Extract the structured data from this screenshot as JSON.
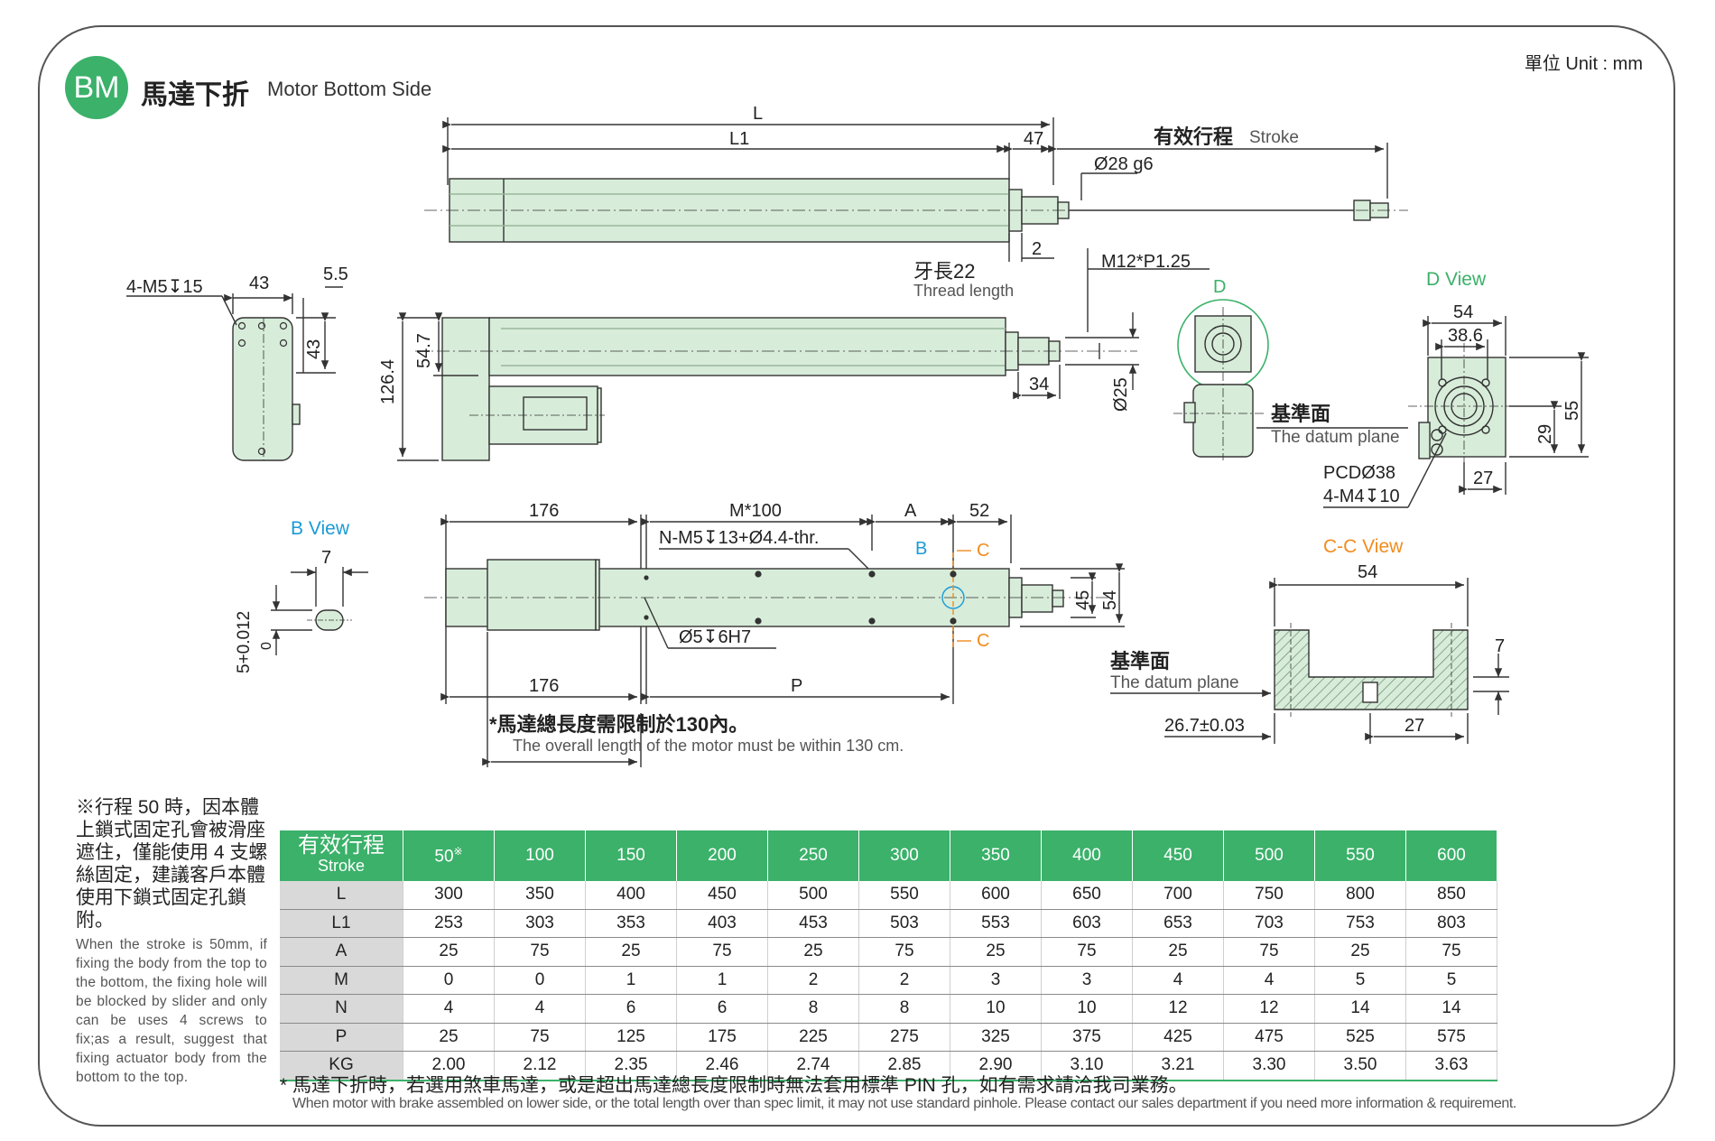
{
  "header": {
    "badge": "BM",
    "title_zh": "馬達下折",
    "title_en": "Motor Bottom Side",
    "unit": "單位 Unit : mm"
  },
  "top_view": {
    "dim_L": "L",
    "dim_L1": "L1",
    "dim_47": "47",
    "stroke_zh": "有效行程",
    "stroke_en": "Stroke",
    "rod_dia": "Ø28 g6",
    "dim_2": "2",
    "thread_len_zh": "牙長22",
    "thread_len_en": "Thread length",
    "thread": "M12*P1.25"
  },
  "side_view": {
    "dim_126_4": "126.4",
    "dim_54_7": "54.7",
    "dim_34": "34",
    "dim_25": "Ø25"
  },
  "end_view": {
    "tap": "4-M5↧15",
    "dim_43a": "43",
    "dim_5_5": "5.5",
    "dim_43b": "43"
  },
  "d_marker": {
    "label": "D",
    "datum_zh": "基準面",
    "datum_en": "The datum plane"
  },
  "d_view": {
    "title": "D View",
    "dim_54": "54",
    "dim_38_6": "38.6",
    "dim_55": "55",
    "dim_29": "29",
    "dim_27": "27",
    "pcd": "PCDØ38",
    "tap": "4-M4↧10"
  },
  "bottom_view": {
    "dim_176a": "176",
    "dim_m100": "M*100",
    "dim_A": "A",
    "dim_52": "52",
    "holes": "N-M5↧13+Ø4.4-thr.",
    "marker_B": "B",
    "marker_C1": "C",
    "marker_C2": "C",
    "dim_45": "45",
    "dim_54": "54",
    "pin": "Ø5↧6H7",
    "dim_176b": "176",
    "dim_P": "P",
    "note_zh": "*馬達總長度需限制於130內。",
    "note_en": "The overall length of the motor must be within 130 cm."
  },
  "b_view": {
    "title": "B View",
    "dim_7": "7",
    "dim_5": "5+0.012",
    "dim_0": "0"
  },
  "cc_view": {
    "title": "C-C View",
    "dim_54": "54",
    "dim_7": "7",
    "datum_zh": "基準面",
    "datum_en": "The datum plane",
    "dim_26_7": "26.7±0.03",
    "dim_27": "27"
  },
  "notes": {
    "zh": "※行程 50 時，因本體上鎖式固定孔會被滑座遮住，僅能使用 4 支螺絲固定，建議客戶本體使用下鎖式固定孔鎖附。",
    "en": "When the stroke is 50mm, if fixing the body from the top to the bottom, the fixing hole will be blocked by slider and only can be uses 4 screws to fix;as a result, suggest that fixing actuator body from the bottom to the top."
  },
  "table": {
    "header_zh": "有效行程",
    "header_en": "Stroke",
    "strokes": [
      "50",
      "100",
      "150",
      "200",
      "250",
      "300",
      "350",
      "400",
      "450",
      "500",
      "550",
      "600"
    ],
    "first_mark": "※",
    "rows": [
      {
        "label": "L",
        "values": [
          "300",
          "350",
          "400",
          "450",
          "500",
          "550",
          "600",
          "650",
          "700",
          "750",
          "800",
          "850"
        ]
      },
      {
        "label": "L1",
        "values": [
          "253",
          "303",
          "353",
          "403",
          "453",
          "503",
          "553",
          "603",
          "653",
          "703",
          "753",
          "803"
        ]
      },
      {
        "label": "A",
        "values": [
          "25",
          "75",
          "25",
          "75",
          "25",
          "75",
          "25",
          "75",
          "25",
          "75",
          "25",
          "75"
        ]
      },
      {
        "label": "M",
        "values": [
          "0",
          "0",
          "1",
          "1",
          "2",
          "2",
          "3",
          "3",
          "4",
          "4",
          "5",
          "5"
        ]
      },
      {
        "label": "N",
        "values": [
          "4",
          "4",
          "6",
          "6",
          "8",
          "8",
          "10",
          "10",
          "12",
          "12",
          "14",
          "14"
        ]
      },
      {
        "label": "P",
        "values": [
          "25",
          "75",
          "125",
          "175",
          "225",
          "275",
          "325",
          "375",
          "425",
          "475",
          "525",
          "575"
        ]
      },
      {
        "label": "KG",
        "values": [
          "2.00",
          "2.12",
          "2.35",
          "2.46",
          "2.74",
          "2.85",
          "2.90",
          "3.10",
          "3.21",
          "3.30",
          "3.50",
          "3.63"
        ]
      }
    ]
  },
  "footer": {
    "zh": "* 馬達下折時，若選用煞車馬達，或是超出馬達總長度限制時無法套用標準 PIN 孔，如有需求請洽我司業務。",
    "en": "When motor with brake assembled on lower side, or the total length over than spec limit, it may not use standard pinhole. Please contact our sales department if you need more information & requirement."
  },
  "colors": {
    "accent_green": "#3bb16a",
    "body_fill": "#d7ecd9",
    "b_view_blue": "#1a9ad6",
    "cc_orange": "#f08c1e"
  }
}
